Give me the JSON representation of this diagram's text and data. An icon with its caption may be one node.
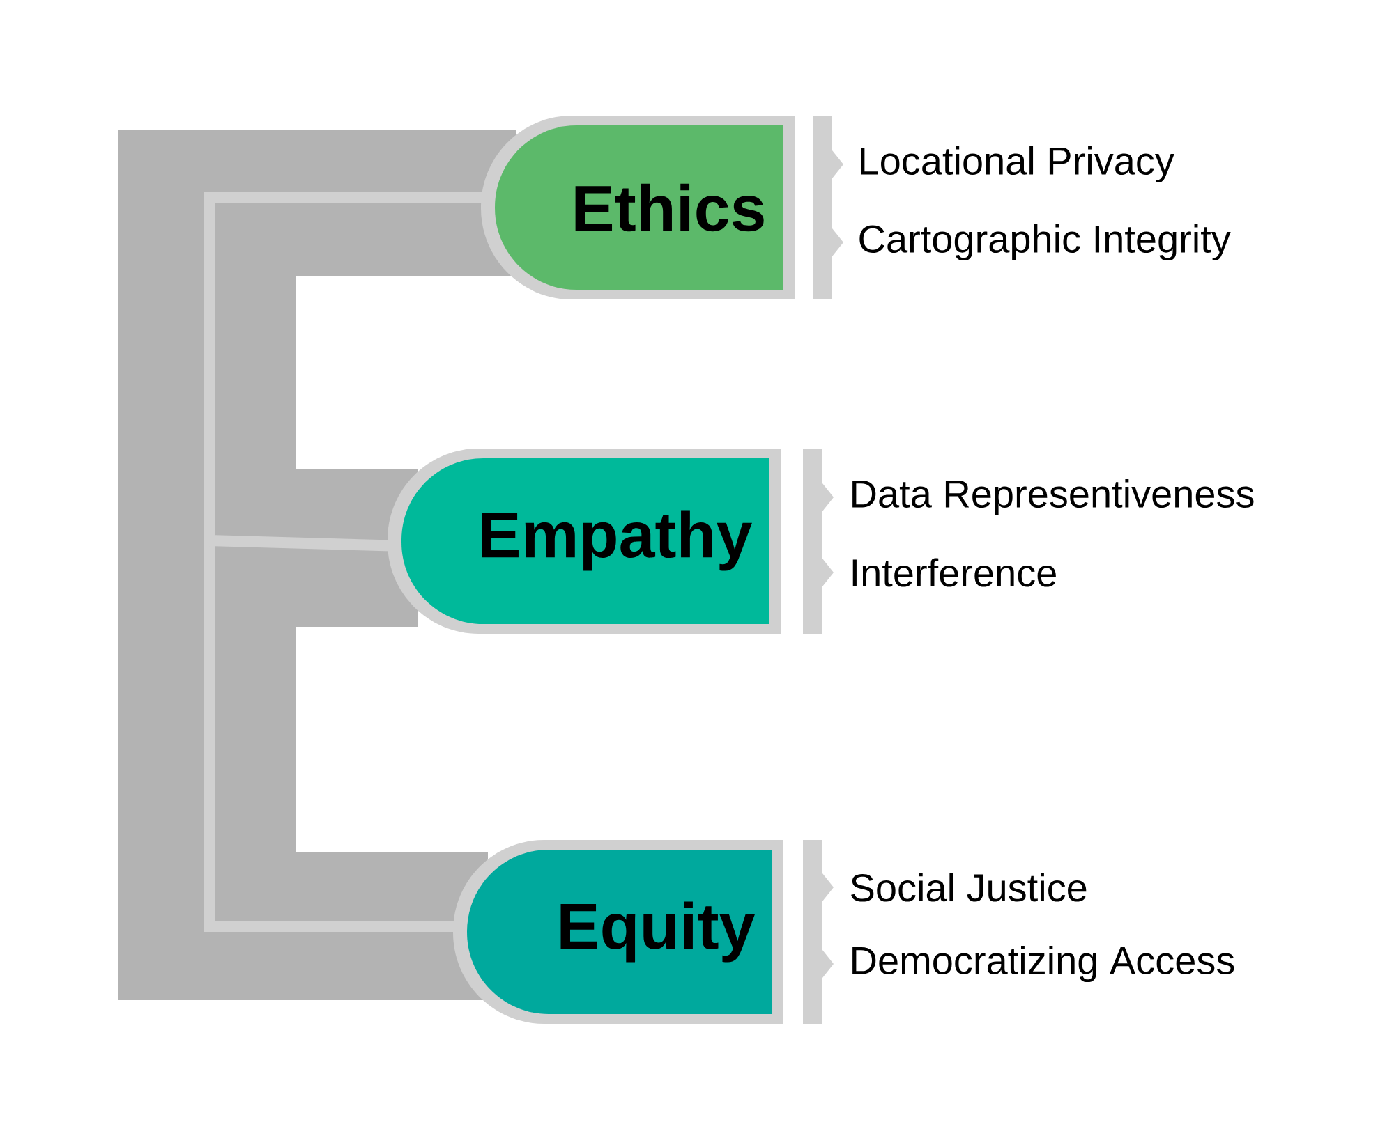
{
  "diagram": {
    "nodes": [
      {
        "text": [
          "Ethics"
        ],
        "beside": [
          "Locational Privacy",
          "Cartographic Integrity"
        ]
      },
      {
        "text": [
          "Empathy"
        ],
        "beside": [
          "Data Representiveness",
          "Interference"
        ]
      },
      {
        "text": [
          "Equity"
        ],
        "beside": [
          "Social Justice",
          "Democratizing Access"
        ]
      }
    ]
  }
}
